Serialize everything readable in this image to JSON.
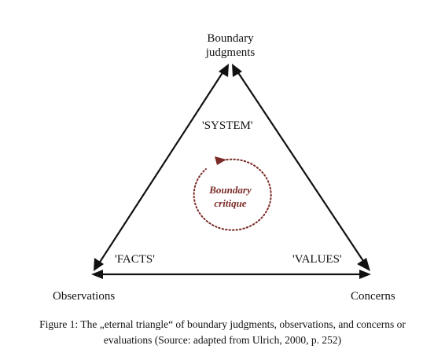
{
  "diagram": {
    "nodes": {
      "top": {
        "line1": "Boundary",
        "line2": "judgments"
      },
      "left": {
        "label": "Observations"
      },
      "right": {
        "label": "Concerns"
      }
    },
    "edges": {
      "left_edge": "'SYSTEM'",
      "left_side_label": "'FACTS'",
      "right_side_label": "'VALUES'"
    },
    "center": {
      "line1": "Boundary",
      "line2": "critique"
    },
    "colors": {
      "lines": "#111111",
      "critique": "#7a2a26"
    }
  },
  "caption": {
    "line1": "Figure 1: The „eternal triangle“ of boundary judgments, observations, and concerns or",
    "line2": "evaluations (Source: adapted from Ulrich, 2000, p. 252)"
  }
}
